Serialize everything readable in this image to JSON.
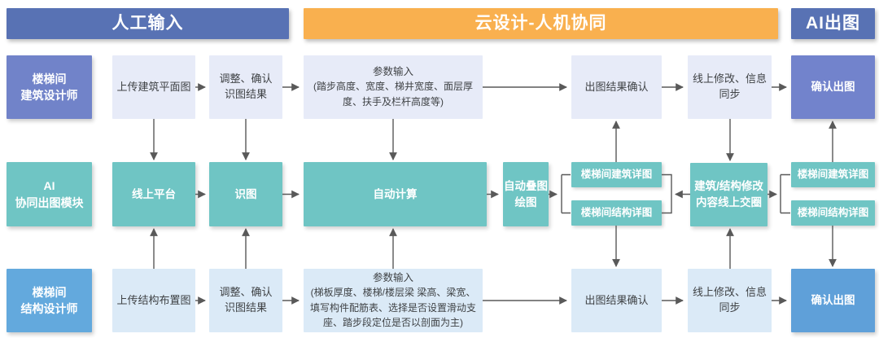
{
  "colors": {
    "header-blue": "#5872B4",
    "header-orange": "#F9B04F",
    "lane-architect": "#7183C9",
    "teal": "#6FC5C4",
    "lane-structural": "#63A9DD",
    "confirm-architect": "#7283CC",
    "confirm-structural": "#5FA0D9",
    "light-architect": "#E7EBF8",
    "light-structural": "#DBEAF7",
    "arrow": "#595959",
    "text-dark": "#3F4245"
  },
  "headers": {
    "manual": "人工输入",
    "cloud": "云设计-人机协同",
    "ai": "AI出图"
  },
  "lanes": {
    "architect": "楼梯间\n建筑设计师",
    "ai_module": "AI\n协同出图模块",
    "structural": "楼梯间\n结构设计师"
  },
  "row_architect": {
    "upload": "上传建筑平面图",
    "adjust": "调整、确认\n识图结果",
    "param_title": "参数输入",
    "param_detail": "(踏步高度、宽度、梯井宽度、面层厚度、扶手及栏杆高度等)",
    "result_confirm": "出图结果确认",
    "online_edit": "线上修改、信息\n同步",
    "confirm_output": "确认出图"
  },
  "row_ai": {
    "platform": "线上平台",
    "recognize": "识图",
    "auto_calc": "自动计算",
    "overlay": "自动叠图\n绘图",
    "arch_detail_left": "楼梯间建筑详图",
    "struct_detail_left": "楼梯间结构详图",
    "modify": "建筑/结构修改\n内容线上交圈",
    "arch_detail_right": "楼梯间建筑详图",
    "struct_detail_right": "楼梯间结构详图"
  },
  "row_structural": {
    "upload": "上传结构布置图",
    "adjust": "调整、确认\n识图结果",
    "param_title": "参数输入",
    "param_detail": "(梯板厚度、楼梯/楼层梁 梁高、梁宽、填写构件配筋表、选择是否设置滑动支座、踏步段定位是否以剖面为主)",
    "result_confirm": "出图结果确认",
    "online_edit": "线上修改、信息\n同步",
    "confirm_output": "确认出图"
  }
}
